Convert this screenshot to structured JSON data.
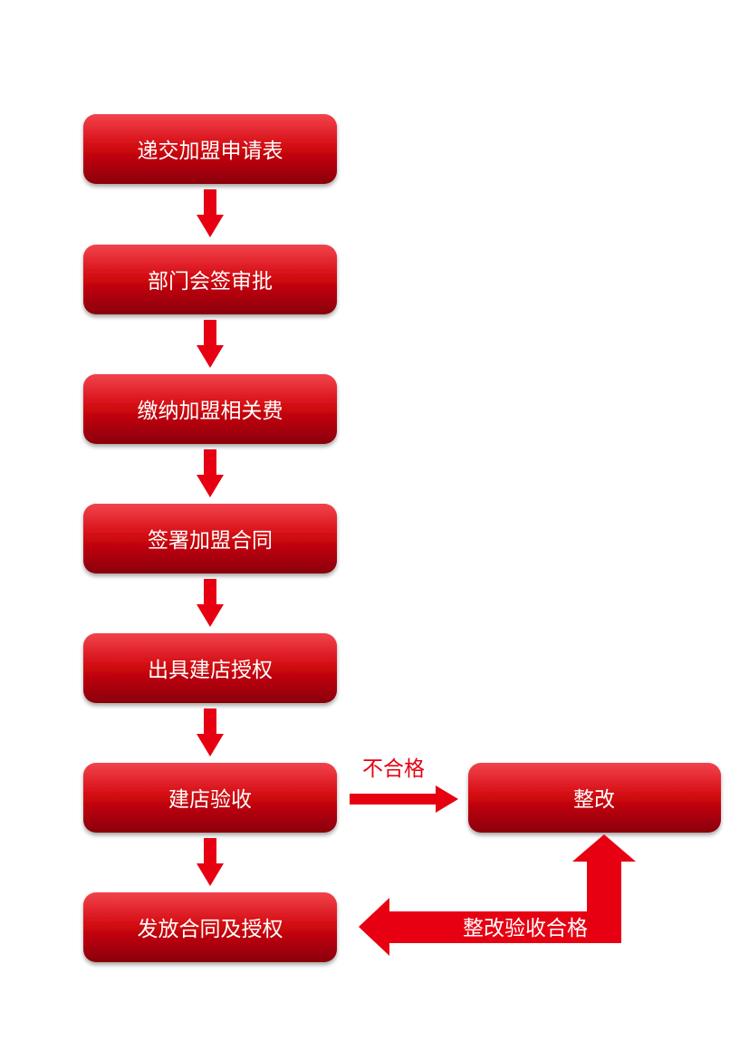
{
  "flow": {
    "steps": [
      "递交加盟申请表",
      "部门会签审批",
      "缴纳加盟相关费",
      "签署加盟合同",
      "出具建店授权",
      "建店验收",
      "发放合同及授权"
    ],
    "rectify_box": "整改",
    "fail_label": "不合格",
    "return_label": "整改验收合格"
  },
  "colors": {
    "box_top": "#e8101c",
    "box_bottom": "#8c0006",
    "arrow": "#e60012",
    "text": "#ffffff",
    "label": "#e60012"
  }
}
